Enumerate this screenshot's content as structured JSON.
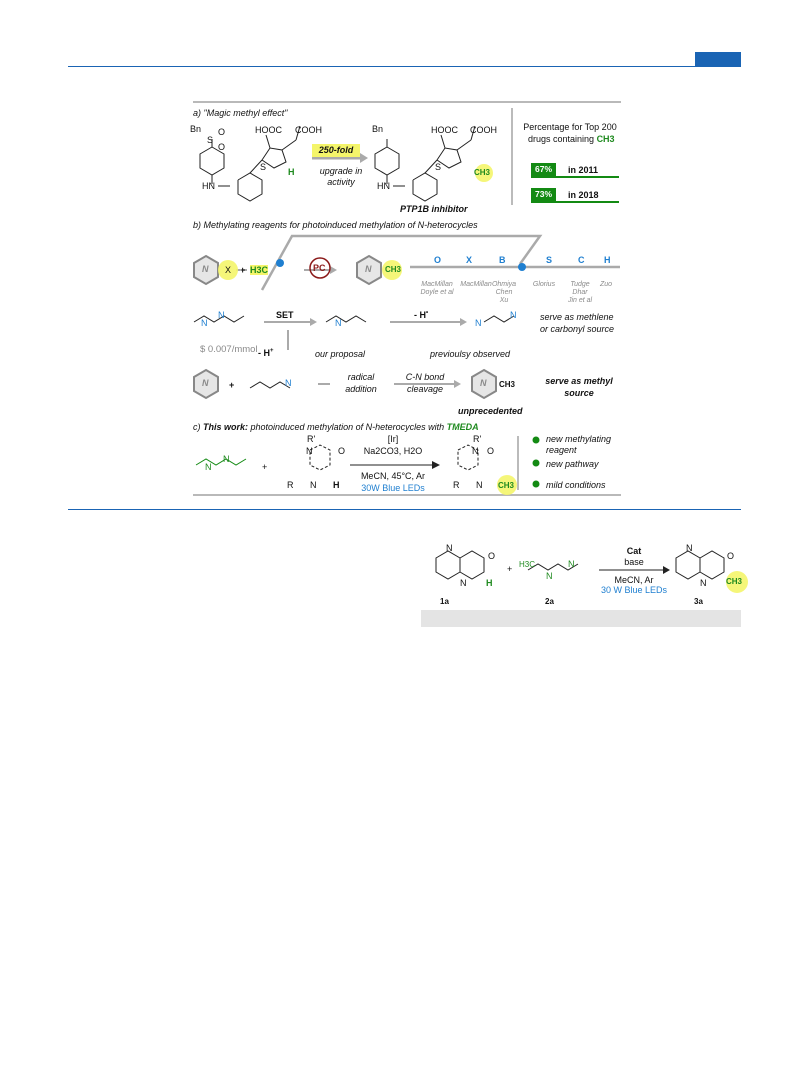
{
  "section_a": {
    "title": "a) \"Magic methyl effect\"",
    "bn1": "Bn",
    "so2_1": "O",
    "so2_1b": "S",
    "so2_1c": "O",
    "hooc1": "HOOC",
    "cooh1": "COOH",
    "s1": "S",
    "hn1": "HN",
    "h1": "H",
    "fold_badge": "250-fold",
    "upgrade_text": "upgrade in activity",
    "upgrade_l1": "upgrade in",
    "upgrade_l2": "activity",
    "bn2": "Bn",
    "hooc2": "HOOC",
    "cooh2": "COOH",
    "s2": "S",
    "hn2": "HN",
    "ch3_2": "CH3",
    "inhibitor_label": "PTP1B inhibitor",
    "pct_title_l1": "Percentage for Top 200",
    "pct_title_l2": "drugs containing",
    "pct_ch3": "CH3",
    "stat1_pct": "67%",
    "stat1_year": "in 2011",
    "stat2_pct": "73%",
    "stat2_year": "in 2018"
  },
  "section_b": {
    "title": "b) Methylating reagents for photoinduced methylation of N-heterocycles",
    "x_label": "X",
    "plus": "+",
    "h3c": "H3C",
    "pc": "PC",
    "ch3": "CH3",
    "n_letter": "N",
    "timeline": [
      {
        "letter": "O",
        "authors": [
          "MacMillan",
          "Doyle et al"
        ]
      },
      {
        "letter": "X",
        "authors": [
          "MacMillan"
        ]
      },
      {
        "letter": "B",
        "authors": [
          "Ohmiya",
          "Chen",
          "Xu"
        ]
      },
      {
        "letter": "S",
        "authors": [
          "Glorius"
        ]
      },
      {
        "letter": "C",
        "authors": [
          "Tudge",
          "Dhar",
          "Jin et al"
        ]
      },
      {
        "letter": "H",
        "authors": [
          "Zuo"
        ]
      }
    ],
    "set_label": "SET",
    "minus_h": "- H",
    "price": "$ 0.007/mmol",
    "minus_h_plus": "- H",
    "our_proposal": "our proposal",
    "previously_observed": "previoulsy observed",
    "serve_methlene_l1": "serve as methlene",
    "serve_methlene_l2": "or carbonyl source",
    "radical_l1": "radical",
    "radical_l2": "addition",
    "cn_l1": "C-N bond",
    "cn_l2": "cleavage",
    "serve_methyl_l1": "serve as methyl",
    "serve_methyl_l2": "source",
    "unprecedented": "unprecedented"
  },
  "section_c": {
    "title_prefix": "c) ",
    "title_bold": "This work:",
    "title_rest": " photoinduced methylation of N-heterocycles with ",
    "title_tmeda": "TMEDA",
    "r_prime": "R'",
    "r": "R",
    "n_top": "N",
    "n_bottom": "N",
    "o": "O",
    "h": "H",
    "ch3": "CH3",
    "cond_ir": "[Ir]",
    "cond_base": "Na2CO3, H2O",
    "cond_solvent": "MeCN, 45°C, Ar",
    "cond_light": "30W Blue LEDs",
    "features": [
      "new methylating reagent",
      "new pathway",
      "mild conditions"
    ],
    "feature1_l1": "new methylating",
    "feature1_l2": "reagent"
  },
  "reaction": {
    "n_methyl": "N",
    "o": "O",
    "n": "N",
    "h": "H",
    "label_1a": "1a",
    "plus": "+",
    "h3c": "H3C",
    "label_2a": "2a",
    "cat": "Cat",
    "base": "base",
    "solvent": "MeCN, Ar",
    "light": "30 W Blue LEDs",
    "ch3": "CH3",
    "label_3a": "3a"
  },
  "colors": {
    "brand_blue": "#1a64b4",
    "green": "#138a13",
    "light_blue": "#1f7fd0",
    "highlight_yellow": "#f4f56a",
    "dark_red": "#8b1a1a"
  }
}
